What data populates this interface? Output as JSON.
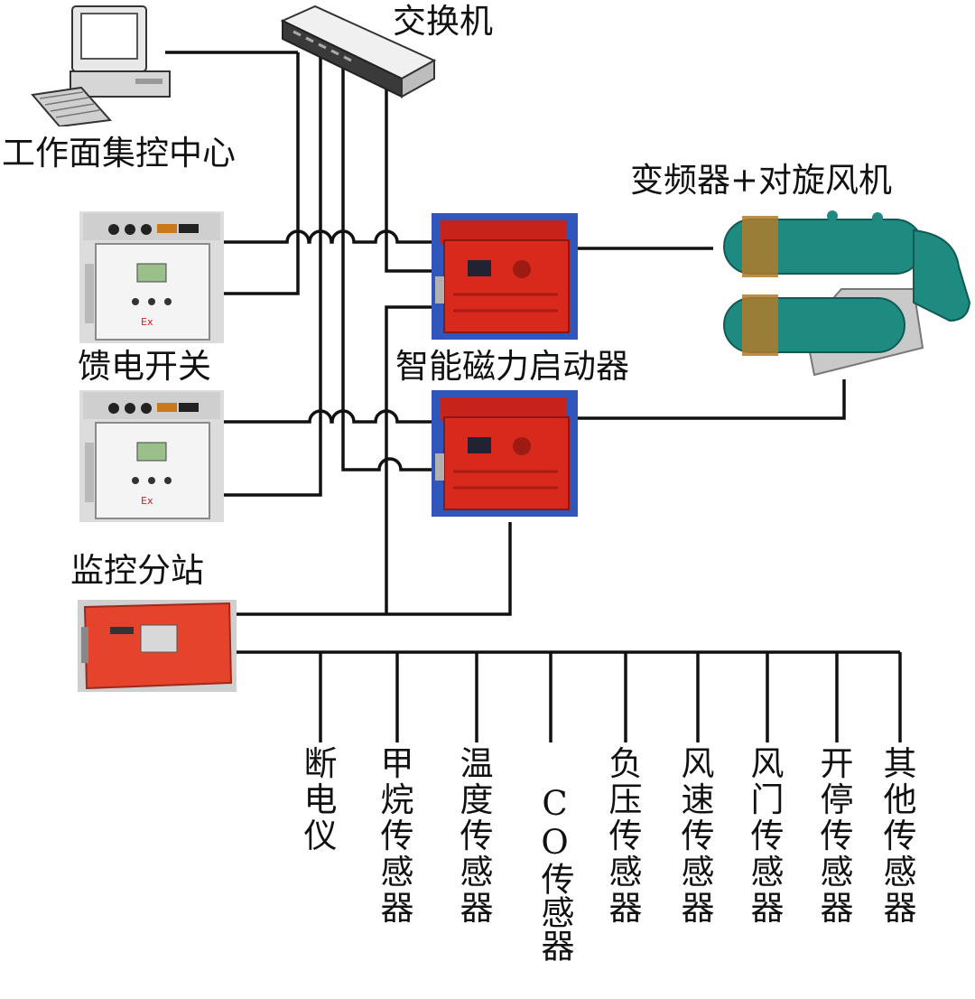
{
  "labels": {
    "switch": "交换机",
    "control_center": "工作面集控中心",
    "vfd_fan": "变频器+对旋风机",
    "feed_switch": "馈电开关",
    "starter": "智能磁力启动器",
    "substation": "监控分站"
  },
  "sensors": [
    "断电仪",
    "甲烷传感器",
    "温度传感器",
    "CO传感器",
    "负压传感器",
    "风速传感器",
    "风门传感器",
    "开停传感器",
    "其他传感器"
  ],
  "colors": {
    "line": "#111111",
    "starter_red": "#d9281c",
    "starter_bg": "#2f56b8",
    "fan_teal": "#1f8a80",
    "fan_band": "#b07a2a",
    "substation_red": "#e5432c",
    "switch_gray": "#d9d9d9"
  },
  "icons": {
    "computer": "computer-icon",
    "switch": "network-switch-icon",
    "feed_switch": "feed-switch-cabinet-icon",
    "starter": "magnetic-starter-icon",
    "fan": "contra-rotating-fan-icon",
    "substation": "monitoring-substation-icon"
  }
}
